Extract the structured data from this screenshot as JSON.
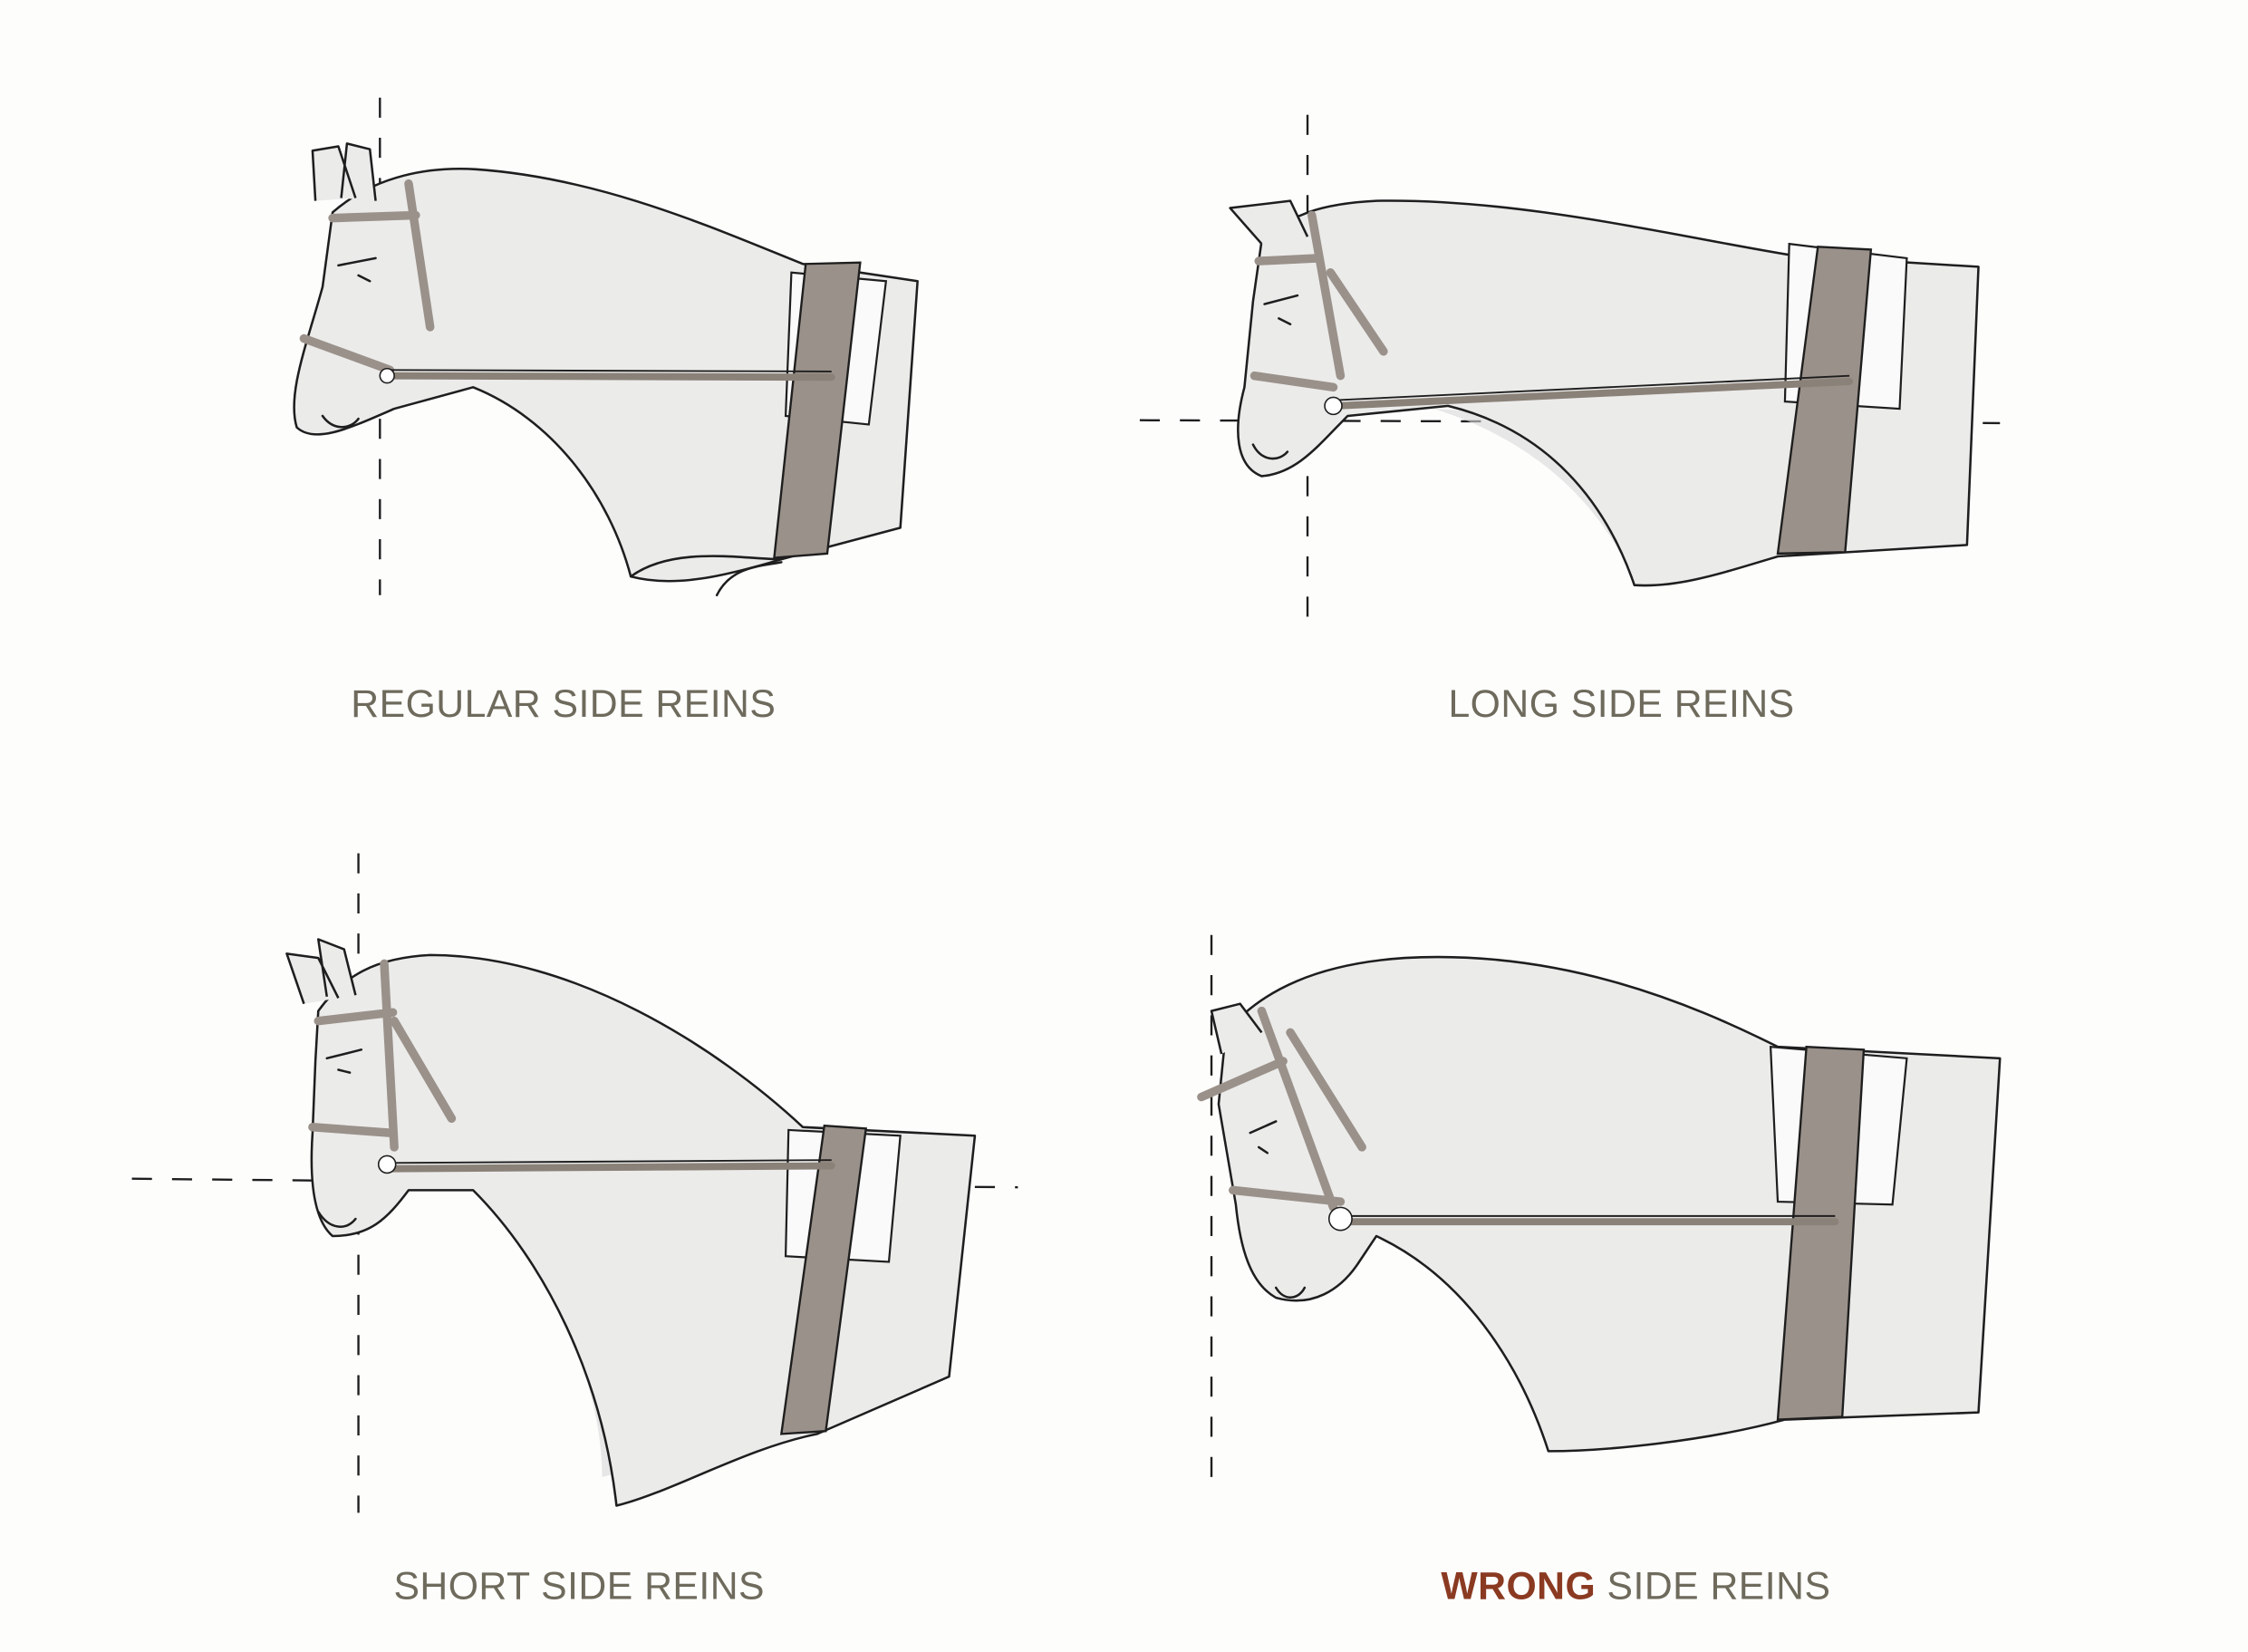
{
  "panels": [
    {
      "id": "regular",
      "label": "REGULAR SIDE REINS"
    },
    {
      "id": "long",
      "label": "LONG SIDE REINS"
    },
    {
      "id": "short",
      "label": "SHORT SIDE REINS"
    },
    {
      "id": "wrong",
      "label_emphasis": "WRONG",
      "label_rest": " SIDE REINS"
    }
  ],
  "colors": {
    "text": "#6e6a5c",
    "emphasis": "#8b3a22",
    "strap": "#9a918a"
  }
}
